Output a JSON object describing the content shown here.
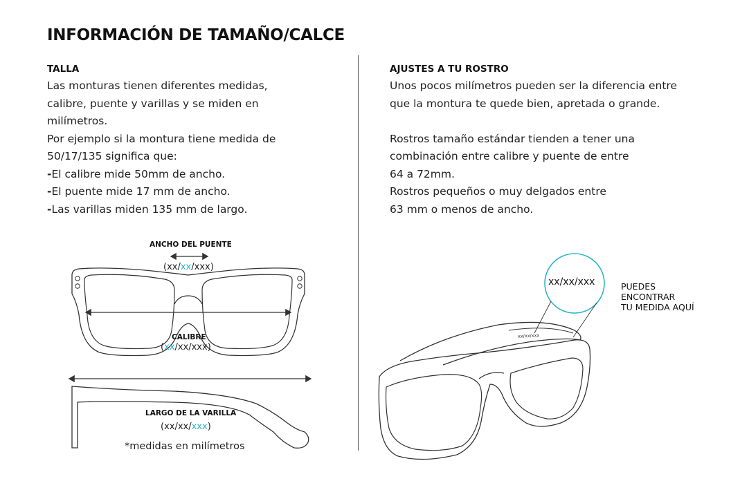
{
  "title": "INFORMACIÓN DE TAMAÑO/CALCE",
  "talla": {
    "heading": "TALLA",
    "lines": [
      "Las monturas tienen diferentes medidas,",
      "calibre, puente y varillas y se miden en",
      "milímetros.",
      "Por ejemplo si la montura tiene medida de",
      "50/17/135 significa que:"
    ],
    "bullet_mark": "-",
    "bullets": [
      "El calibre mide 50mm de ancho.",
      "El puente mide 17 mm de ancho.",
      "Las varillas miden 135 mm de largo."
    ]
  },
  "ajustes": {
    "heading": "AJUSTES A TU ROSTRO",
    "lines": [
      "Unos pocos milímetros pueden ser la diferencia entre",
      "que la montura te quede bien, apretada o grande.",
      "",
      "Rostros tamaño estándar tienden a tener una",
      "combinación entre calibre y puente de entre",
      "64 a 72mm.",
      "Rostros pequeños o muy delgados entre",
      "63 mm o menos de ancho."
    ]
  },
  "diagram": {
    "bridge_label": "ANCHO DEL PUENTE",
    "bridge_code": {
      "pre": "(xx/",
      "hi": "xx",
      "post": "/xxx)"
    },
    "lens_label": "CALIBRE",
    "lens_code": {
      "pre": "(",
      "hi": "xx",
      "post": "/xx/xxx)"
    },
    "temple_label": "LARGO DE LA VARILLA",
    "temple_code": {
      "pre": "(xx/xx/",
      "hi": "xxx",
      "post": ")"
    },
    "note": "*medidas en milímetros",
    "circle_code": "xx/xx/xxx",
    "temple_print": "xx/xx/xxx",
    "find_here": [
      "PUEDES",
      "ENCONTRAR",
      "TU MEDIDA AQUÍ"
    ]
  },
  "colors": {
    "accent": "#2bb5c8",
    "text": "#1a1a1a",
    "line": "#333333"
  }
}
